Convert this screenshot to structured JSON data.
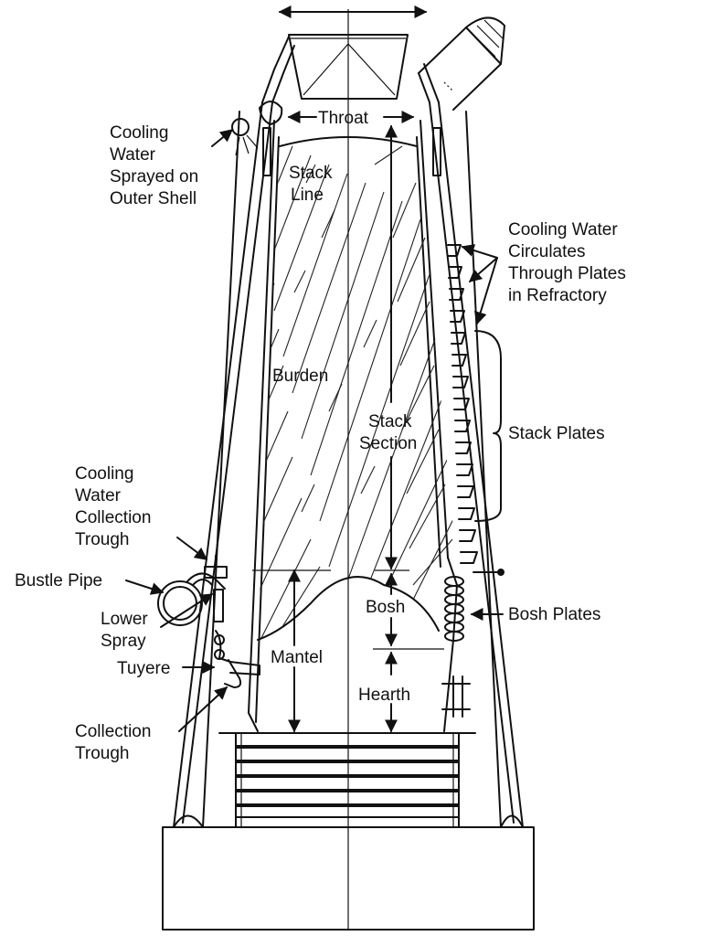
{
  "labels": {
    "throat": "Throat",
    "stack_line": [
      "Stack",
      "Line"
    ],
    "burden": "Burden",
    "stack_section": [
      "Stack",
      "Section"
    ],
    "bosh": "Bosh",
    "mantel": "Mantel",
    "hearth": "Hearth",
    "cooling_water_sprayed": [
      "Cooling",
      "Water",
      "Sprayed on",
      "Outer Shell"
    ],
    "cooling_water_circulates": [
      "Cooling Water",
      "Circulates",
      "Through Plates",
      "in Refractory"
    ],
    "stack_plates": "Stack Plates",
    "bosh_plates": "Bosh Plates",
    "cooling_water_collection_trough": [
      "Cooling",
      "Water",
      "Collection",
      "Trough"
    ],
    "bustle_pipe": "Bustle Pipe",
    "lower_spray": [
      "Lower",
      "Spray"
    ],
    "tuyere": "Tuyere",
    "collection_trough": [
      "Collection",
      "Trough"
    ]
  }
}
